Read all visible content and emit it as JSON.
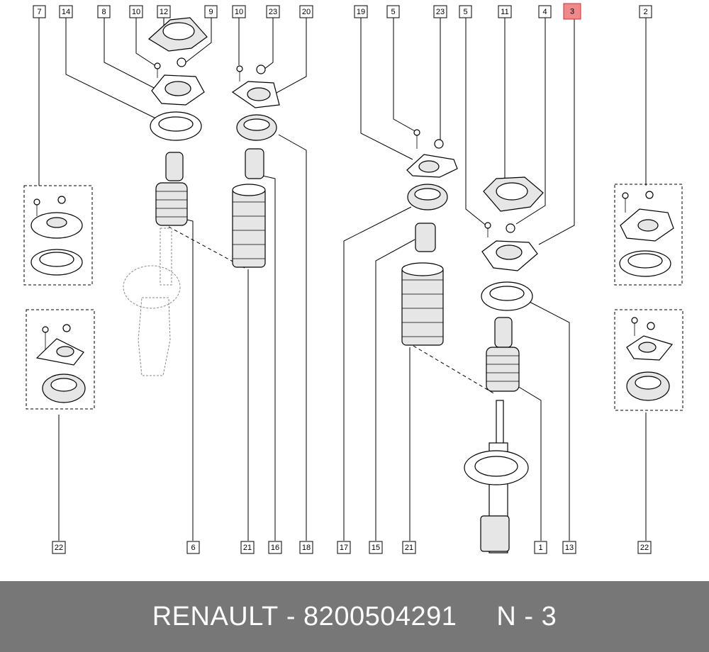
{
  "footer": {
    "brand": "RENAULT",
    "dash1": "-",
    "part_number": "8200504291",
    "position_prefix": "N",
    "dash2": "-",
    "position_number": "3"
  },
  "highlight_color": "#f08a8a",
  "footer_color": "#777777",
  "callouts_top": [
    "7",
    "14",
    "8",
    "10",
    "12",
    "9",
    "10",
    "23",
    "20",
    "19",
    "5",
    "23",
    "5",
    "11",
    "4",
    "3",
    "2"
  ],
  "callouts_bottom": [
    "22",
    "6",
    "21",
    "16",
    "18",
    "17",
    "15",
    "21",
    "1",
    "13",
    "22"
  ],
  "highlighted_callout": "3"
}
